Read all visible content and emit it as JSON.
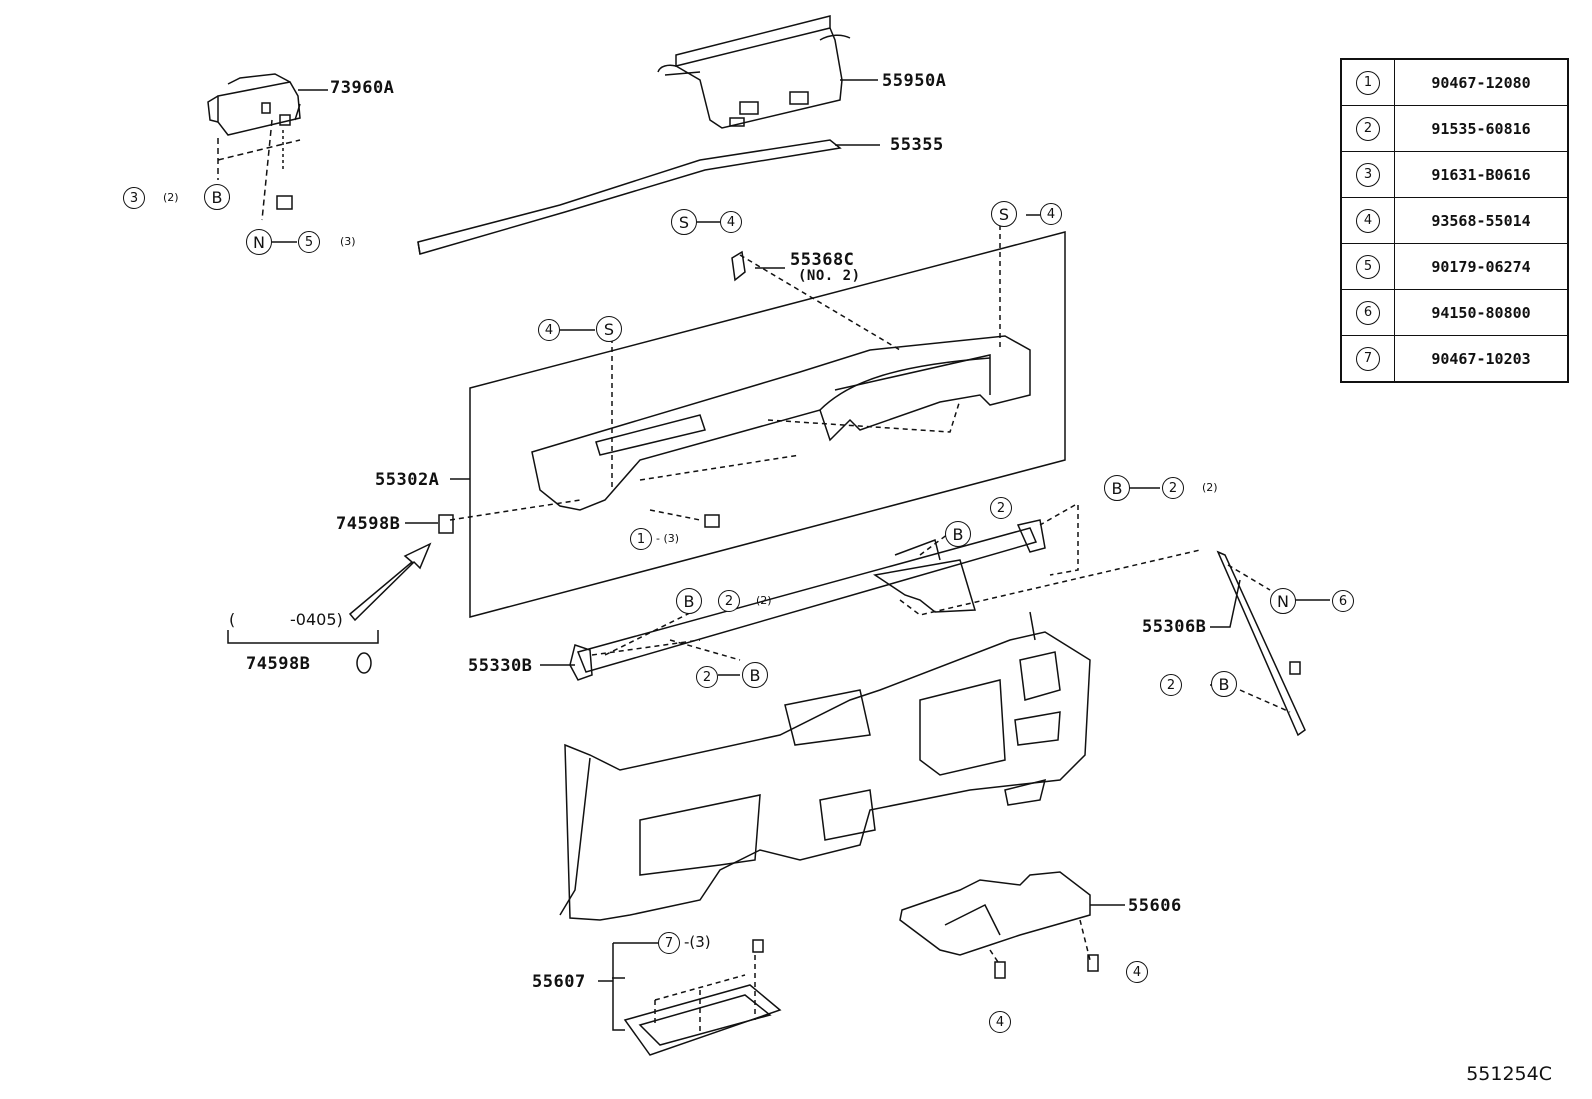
{
  "diagram_code": "551254C",
  "parts": {
    "p73960A": "73960A",
    "p55950A": "55950A",
    "p55355": "55355",
    "p55368C": "55368C",
    "p55368C_note": "(NO. 2)",
    "p55302A": "55302A",
    "p74598B_a": "74598B",
    "p74598B_b": "74598B",
    "p55330B": "55330B",
    "p55306B": "55306B",
    "p55606": "55606",
    "p55607": "55607"
  },
  "date_note": "-0405)",
  "date_open": "(",
  "callouts": {
    "c1": "1",
    "c2": "2",
    "c3": "3",
    "c4": "4",
    "c5": "5",
    "c6": "6",
    "c7": "7",
    "B": "B",
    "N": "N",
    "S": "S"
  },
  "quantities": {
    "q2": "(2)",
    "q3": "(3)",
    "q3b": "-(3)",
    "q1_3": "- (3)"
  },
  "legend": [
    {
      "num": "1",
      "part": "90467-12080"
    },
    {
      "num": "2",
      "part": "91535-60816"
    },
    {
      "num": "3",
      "part": "91631-B0616"
    },
    {
      "num": "4",
      "part": "93568-55014"
    },
    {
      "num": "5",
      "part": "90179-06274"
    },
    {
      "num": "6",
      "part": "94150-80800"
    },
    {
      "num": "7",
      "part": "90467-10203"
    }
  ]
}
